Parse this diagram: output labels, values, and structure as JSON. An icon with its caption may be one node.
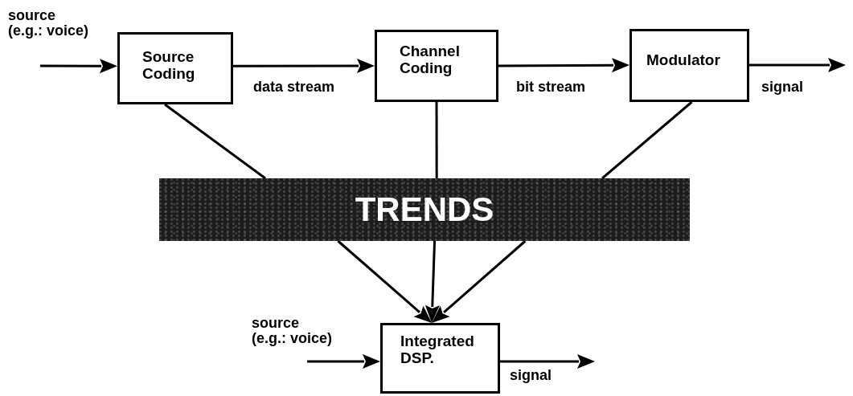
{
  "diagram": {
    "nodes": [
      {
        "text": [
          "Source Coding"
        ]
      },
      {
        "text": [
          "Channel Coding"
        ]
      },
      {
        "text": [
          "Modulator"
        ]
      },
      {
        "text": [
          "TRENDS"
        ]
      },
      {
        "text": [
          "Integrated DSP."
        ]
      }
    ],
    "edges": [
      {
        "from": null,
        "to": 0,
        "arrow": "to",
        "label": "source (e.g.: voice)"
      },
      {
        "from": 0,
        "to": 1,
        "arrow": "to",
        "label": "data stream"
      },
      {
        "from": 1,
        "to": 2,
        "arrow": "to",
        "label": "bit stream"
      },
      {
        "from": 2,
        "to": null,
        "arrow": "to",
        "label": "signal"
      },
      {
        "from": 0,
        "to": 3,
        "arrow": "none"
      },
      {
        "from": 1,
        "to": 3,
        "arrow": "none"
      },
      {
        "from": 2,
        "to": 3,
        "arrow": "none"
      },
      {
        "from": 3,
        "to": 4,
        "arrow": "to"
      },
      {
        "from": 3,
        "to": 4,
        "arrow": "to"
      },
      {
        "from": 3,
        "to": 4,
        "arrow": "to"
      },
      {
        "from": null,
        "to": 4,
        "arrow": "to",
        "label": "source (e.g.: voice)"
      },
      {
        "from": 4,
        "to": null,
        "arrow": "to",
        "label": "signal"
      }
    ]
  }
}
